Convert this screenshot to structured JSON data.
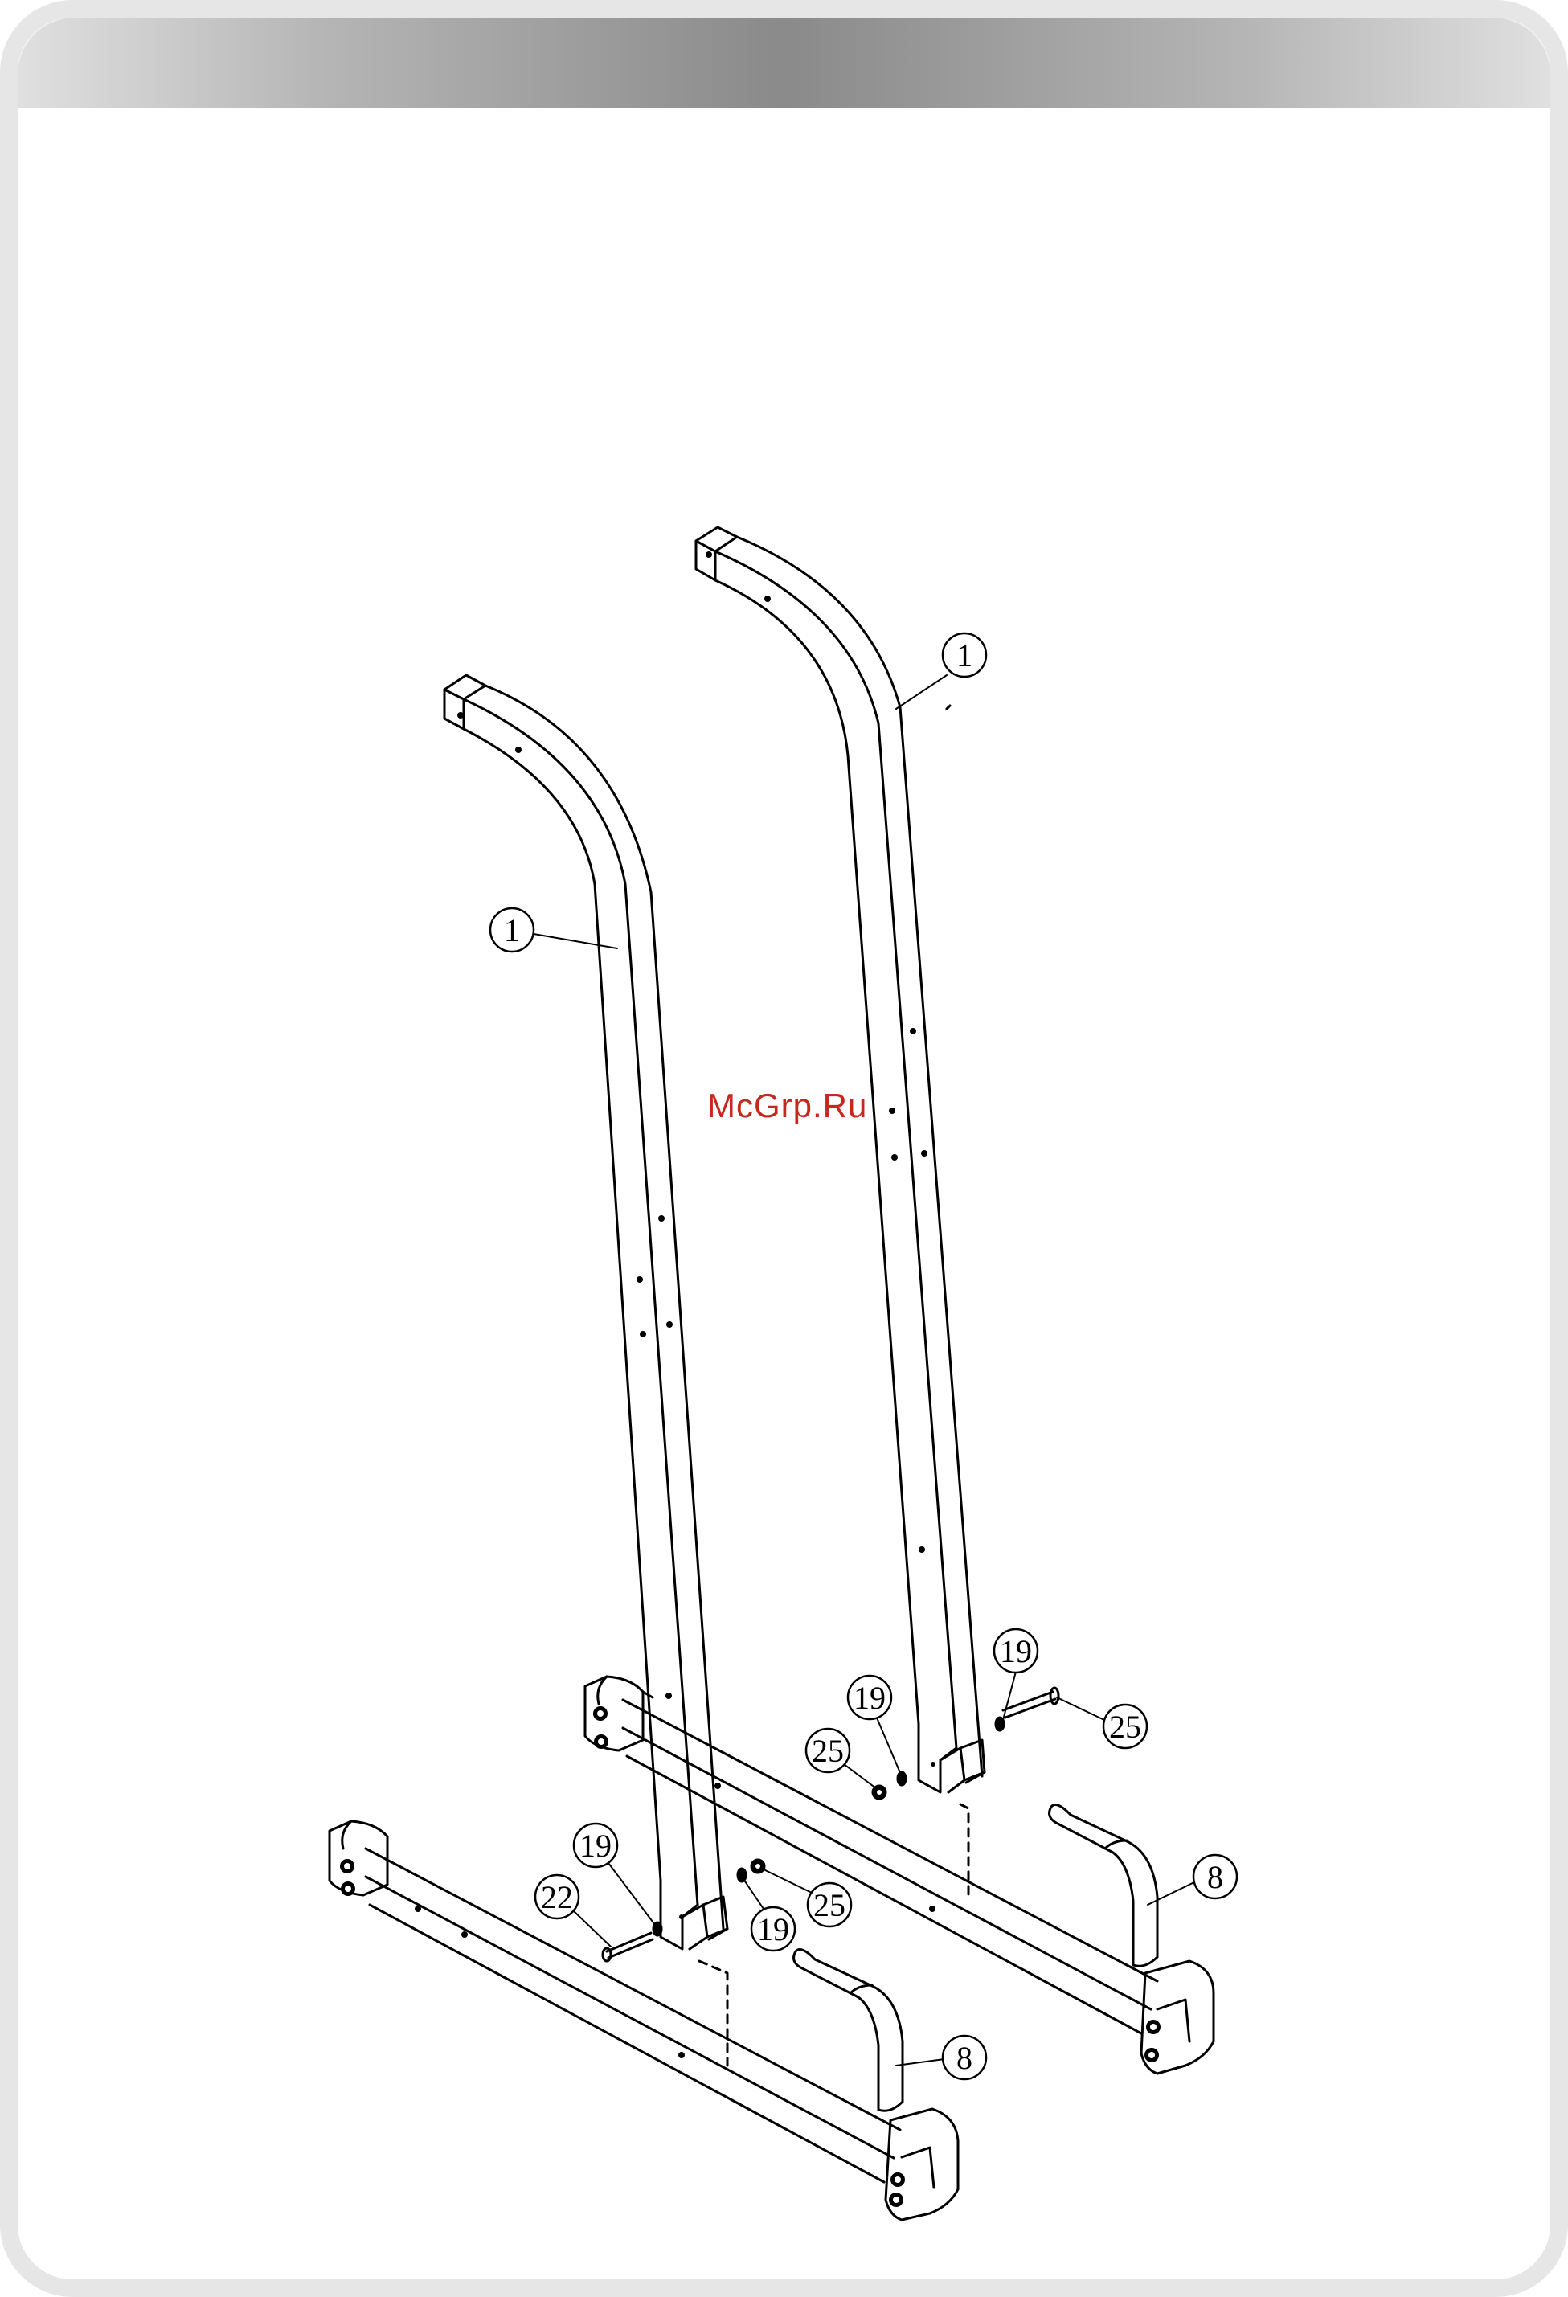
{
  "watermark": "McGrp.Ru",
  "callouts": {
    "upright_right": "1",
    "upright_left": "1",
    "washer_right_top": "19",
    "bolt_right": "25",
    "washer_right_mid": "19",
    "nut_right": "25",
    "handle_right": "8",
    "washer_left_top": "19",
    "bolt_left": "22",
    "washer_left_bottom": "19",
    "nut_left": "25",
    "handle_left": "8"
  }
}
